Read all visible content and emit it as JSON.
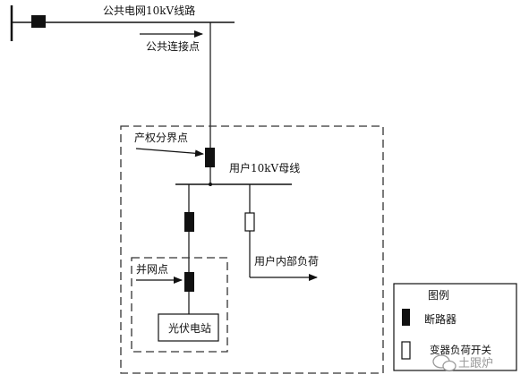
{
  "labels": {
    "public_line": "公共电网10kV线路",
    "public_connection_point": "公共连接点",
    "property_boundary": "产权分界点",
    "user_busbar": "用户10kV母线",
    "user_internal_load": "用户内部负荷",
    "grid_connection_point": "并网点",
    "pv_station": "光伏电站"
  },
  "legend": {
    "title": "图例",
    "breaker": "断路器",
    "other": "变器负荷开关"
  },
  "watermark": {
    "text": "土跟炉"
  },
  "colors": {
    "line": "#111111",
    "dashed_border": "#333333",
    "background": "#ffffff"
  }
}
